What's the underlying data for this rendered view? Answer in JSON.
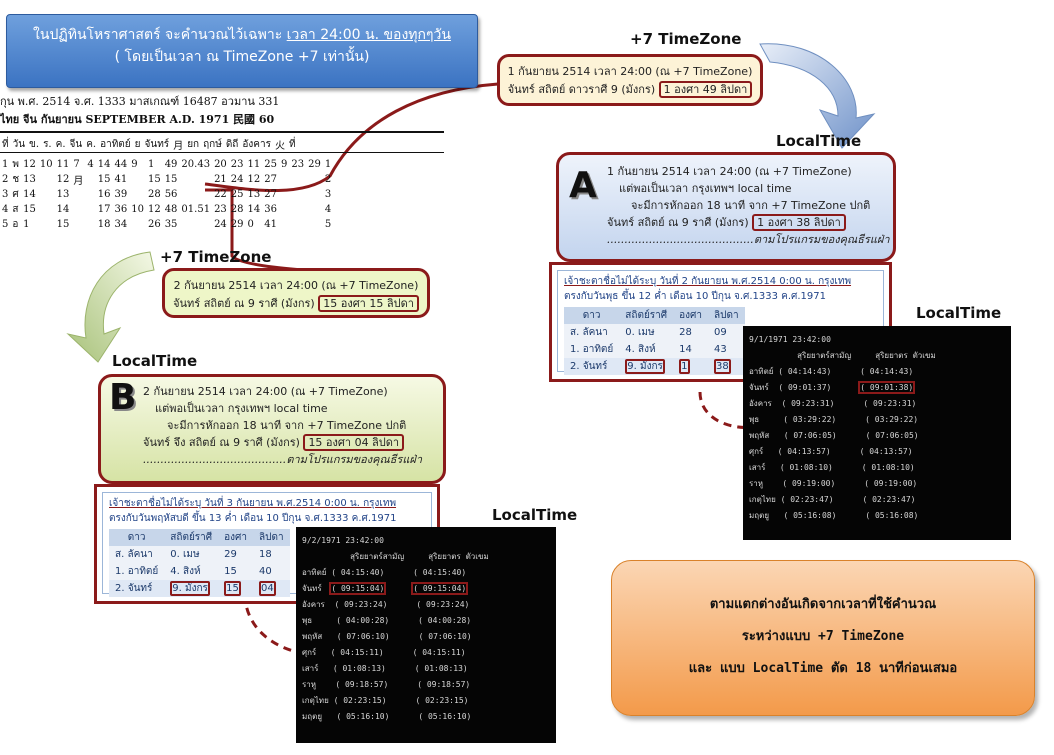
{
  "title": {
    "line1_prefix": "ในปฏิทินโหราศาสตร์ จะคำนวณไว้เฉพาะ",
    "line1_emph": "เวลา 24:00 น. ของทุกๆวัน",
    "line2": "( โดยเป็นเวลา ณ TimeZone +7 เท่านั้น)"
  },
  "almanac": {
    "row1": "กุน     พ.ศ.   2514   จ.ศ.   1333   มาสเกณฑ์   16487   อวมาน   331",
    "row2": "           ไทย      จีน      กันยายน        SEPTEMBER A.D. 1971   民國 60",
    "headers": [
      "ที่",
      "วัน",
      "ข.",
      "ร.",
      "ค.",
      "จีน",
      "ค.",
      "อาทิตย์",
      "ย",
      "จันทร์",
      "月",
      "ยก",
      "ฤกษ์",
      "ดิถี",
      "อังคาร",
      "火",
      "ที่"
    ],
    "rows": [
      [
        "1",
        "พ",
        "12",
        "10",
        "11",
        "7",
        "4",
        "14",
        "44",
        "9",
        "1",
        "49",
        "20.43",
        "20",
        "23",
        "11",
        "25",
        "9",
        "23",
        "29",
        "1"
      ],
      [
        "2",
        "ช",
        "13",
        "",
        "12",
        "月",
        "",
        "15",
        "41",
        "",
        "15",
        "15",
        "",
        "21",
        "24",
        "12",
        "27",
        "",
        "",
        "",
        "2"
      ],
      [
        "3",
        "ศ",
        "14",
        "",
        "13",
        "",
        "",
        "16",
        "39",
        "",
        "28",
        "56",
        "",
        "22",
        "25",
        "13",
        "27",
        "",
        "",
        "",
        "3"
      ],
      [
        "4",
        "ส",
        "15",
        "",
        "14",
        "",
        "",
        "17",
        "36",
        "10",
        "12",
        "48",
        "01.51",
        "23",
        "28",
        "14",
        "36",
        "",
        "",
        "",
        "4"
      ],
      [
        "5",
        "อ",
        "1",
        "",
        "15",
        "",
        "",
        "18",
        "34",
        "",
        "26",
        "35",
        "",
        "24",
        "29",
        "0",
        "41",
        "",
        "",
        "",
        "5"
      ]
    ]
  },
  "labels": {
    "tz_top": "+7 TimeZone",
    "tz_left": "+7 TimeZone",
    "local_A": "LocalTime",
    "local_B": "LocalTime",
    "local_consoleA": "LocalTime",
    "local_consoleB": "LocalTime",
    "letter_A": "A",
    "letter_B": "B"
  },
  "callout_top": {
    "line1": "1 กันยายน 2514 เวลา 24:00 (ณ +7 TimeZone)",
    "line2_prefix": "จันทร์ สถิตย์ ดาวราศี 9 (มังกร)",
    "line2_value": "1 องศา 49 ลิปดา"
  },
  "callout_plus": {
    "line1": "2 กันยายน 2514 เวลา 24:00 (ณ +7 TimeZone)",
    "line2_prefix": "จันทร์ สถิตย์ ณ 9 ราศี (มังกร)",
    "line2_value": "15 องศา 15 ลิปดา"
  },
  "box_A": {
    "line1": "1 กันยายน 2514 เวลา 24:00 (ณ +7 TimeZone)",
    "line2": "แต่พอเป็นเวลา กรุงเทพฯ local time",
    "line3": "จะมีการหักออก 18 นาที จาก +7 TimeZone ปกติ",
    "line4_prefix": "จันทร์ สถิตย์ ณ 9 ราศี (มังกร)",
    "line4_value": "1 องศา 38 ลิปดา",
    "line5": "..........................................ตามโปรแกรมของคุณธีรแฝ่า"
  },
  "box_B": {
    "line1": "2 กันยายน 2514 เวลา 24:00 (ณ +7 TimeZone)",
    "line2": "แต่พอเป็นเวลา กรุงเทพฯ local time",
    "line3": "จะมีการหักออก 18 นาที จาก +7 TimeZone ปกติ",
    "line4_prefix": "จันทร์ จึง สถิตย์ ณ 9 ราศี (มังกร)",
    "line4_value": "15 องศา 04 ลิปดา",
    "line5": ".........................................ตามโปรแกรมของคุณธีรแฝ่า"
  },
  "panel_A": {
    "head": "เจ้าชะตาชื่อไม่ได้ระบุ วันที่ 2 กันยายน พ.ศ.2514 0:00 น. กรุงเทพ",
    "sub": "ตรงกับวันพุธ ขึ้น 12 ค่ำ เดือน 10 ปีกุน จ.ศ.1333 ค.ศ.1971",
    "cols": [
      "ดาว",
      "สถิตย์ราศี",
      "องศา",
      "ลิปดา"
    ],
    "rows": [
      [
        "ส. ลัคนา",
        "0. เมษ",
        "28",
        "09"
      ],
      [
        "1. อาทิตย์",
        "4. สิงห์",
        "14",
        "43"
      ],
      [
        "2. จันทร์",
        "9. มังกร",
        "1",
        "38"
      ]
    ]
  },
  "panel_B": {
    "head": "เจ้าชะตาชื่อไม่ได้ระบุ วันที่ 3 กันยายน พ.ศ.2514 0:00 น. กรุงเทพ",
    "sub": "ตรงกับวันพฤหัสบดี ขึ้น 13 ค่ำ เดือน 10 ปีกุน จ.ศ.1333 ค.ศ.1971",
    "cols": [
      "ดาว",
      "สถิตย์ราศี",
      "องศา",
      "ลิปดา"
    ],
    "rows": [
      [
        "ส. ลัคนา",
        "0. เมษ",
        "29",
        "18"
      ],
      [
        "1. อาทิตย์",
        "4. สิงห์",
        "15",
        "40"
      ],
      [
        "2. จันทร์",
        "9. มังกร",
        "15",
        "04"
      ]
    ]
  },
  "console_A": {
    "date": "9/1/1971 23:42:00",
    "header": "          สุริยยาตร์สามัญ     สุริยยาตร ตัวเขม",
    "rows": [
      [
        "อาทิตย์",
        "( 04:14:43)",
        "( 04:14:43)"
      ],
      [
        "จันทร์",
        "( 09:01:37)",
        "( 09:01:38)"
      ],
      [
        "อังคาร",
        "( 09:23:31)",
        "( 09:23:31)"
      ],
      [
        "พุธ",
        "( 03:29:22)",
        "( 03:29:22)"
      ],
      [
        "พฤหัส",
        "( 07:06:05)",
        "( 07:06:05)"
      ],
      [
        "ศุกร์",
        "( 04:13:57)",
        "( 04:13:57)"
      ],
      [
        "เสาร์",
        "( 01:08:10)",
        "( 01:08:10)"
      ],
      [
        "ราหู",
        "( 09:19:00)",
        "( 09:19:00)"
      ],
      [
        "เกตุไทย",
        "( 02:23:47)",
        "( 02:23:47)"
      ],
      [
        "มฤตยู",
        "( 05:16:08)",
        "( 05:16:08)"
      ]
    ]
  },
  "console_B": {
    "date": "9/2/1971 23:42:00",
    "header": "          สุริยยาตร์สามัญ     สุริยยาตร ตัวเขม",
    "rows": [
      [
        "อาทิตย์",
        "( 04:15:40)",
        "( 04:15:40)"
      ],
      [
        "จันทร์",
        "( 09:15:04)",
        "( 09:15:04)"
      ],
      [
        "อังคาร",
        "( 09:23:24)",
        "( 09:23:24)"
      ],
      [
        "พุธ",
        "( 04:00:28)",
        "( 04:00:28)"
      ],
      [
        "พฤหัส",
        "( 07:06:10)",
        "( 07:06:10)"
      ],
      [
        "ศุกร์",
        "( 04:15:11)",
        "( 04:15:11)"
      ],
      [
        "เสาร์",
        "( 01:08:13)",
        "( 01:08:13)"
      ],
      [
        "ราหู",
        "( 09:18:57)",
        "( 09:18:57)"
      ],
      [
        "เกตุไทย",
        "( 02:23:15)",
        "( 02:23:15)"
      ],
      [
        "มฤตยู",
        "( 05:16:10)",
        "( 05:16:10)"
      ]
    ]
  },
  "note": {
    "line1": "ตามแตกต่างอันเกิดจากเวลาที่ใช้คำนวณ",
    "line2": "ระหว่างแบบ +7 TimeZone",
    "line3": "และ แบบ LocalTime ตัด 18 นาทีก่อนเสมอ"
  }
}
